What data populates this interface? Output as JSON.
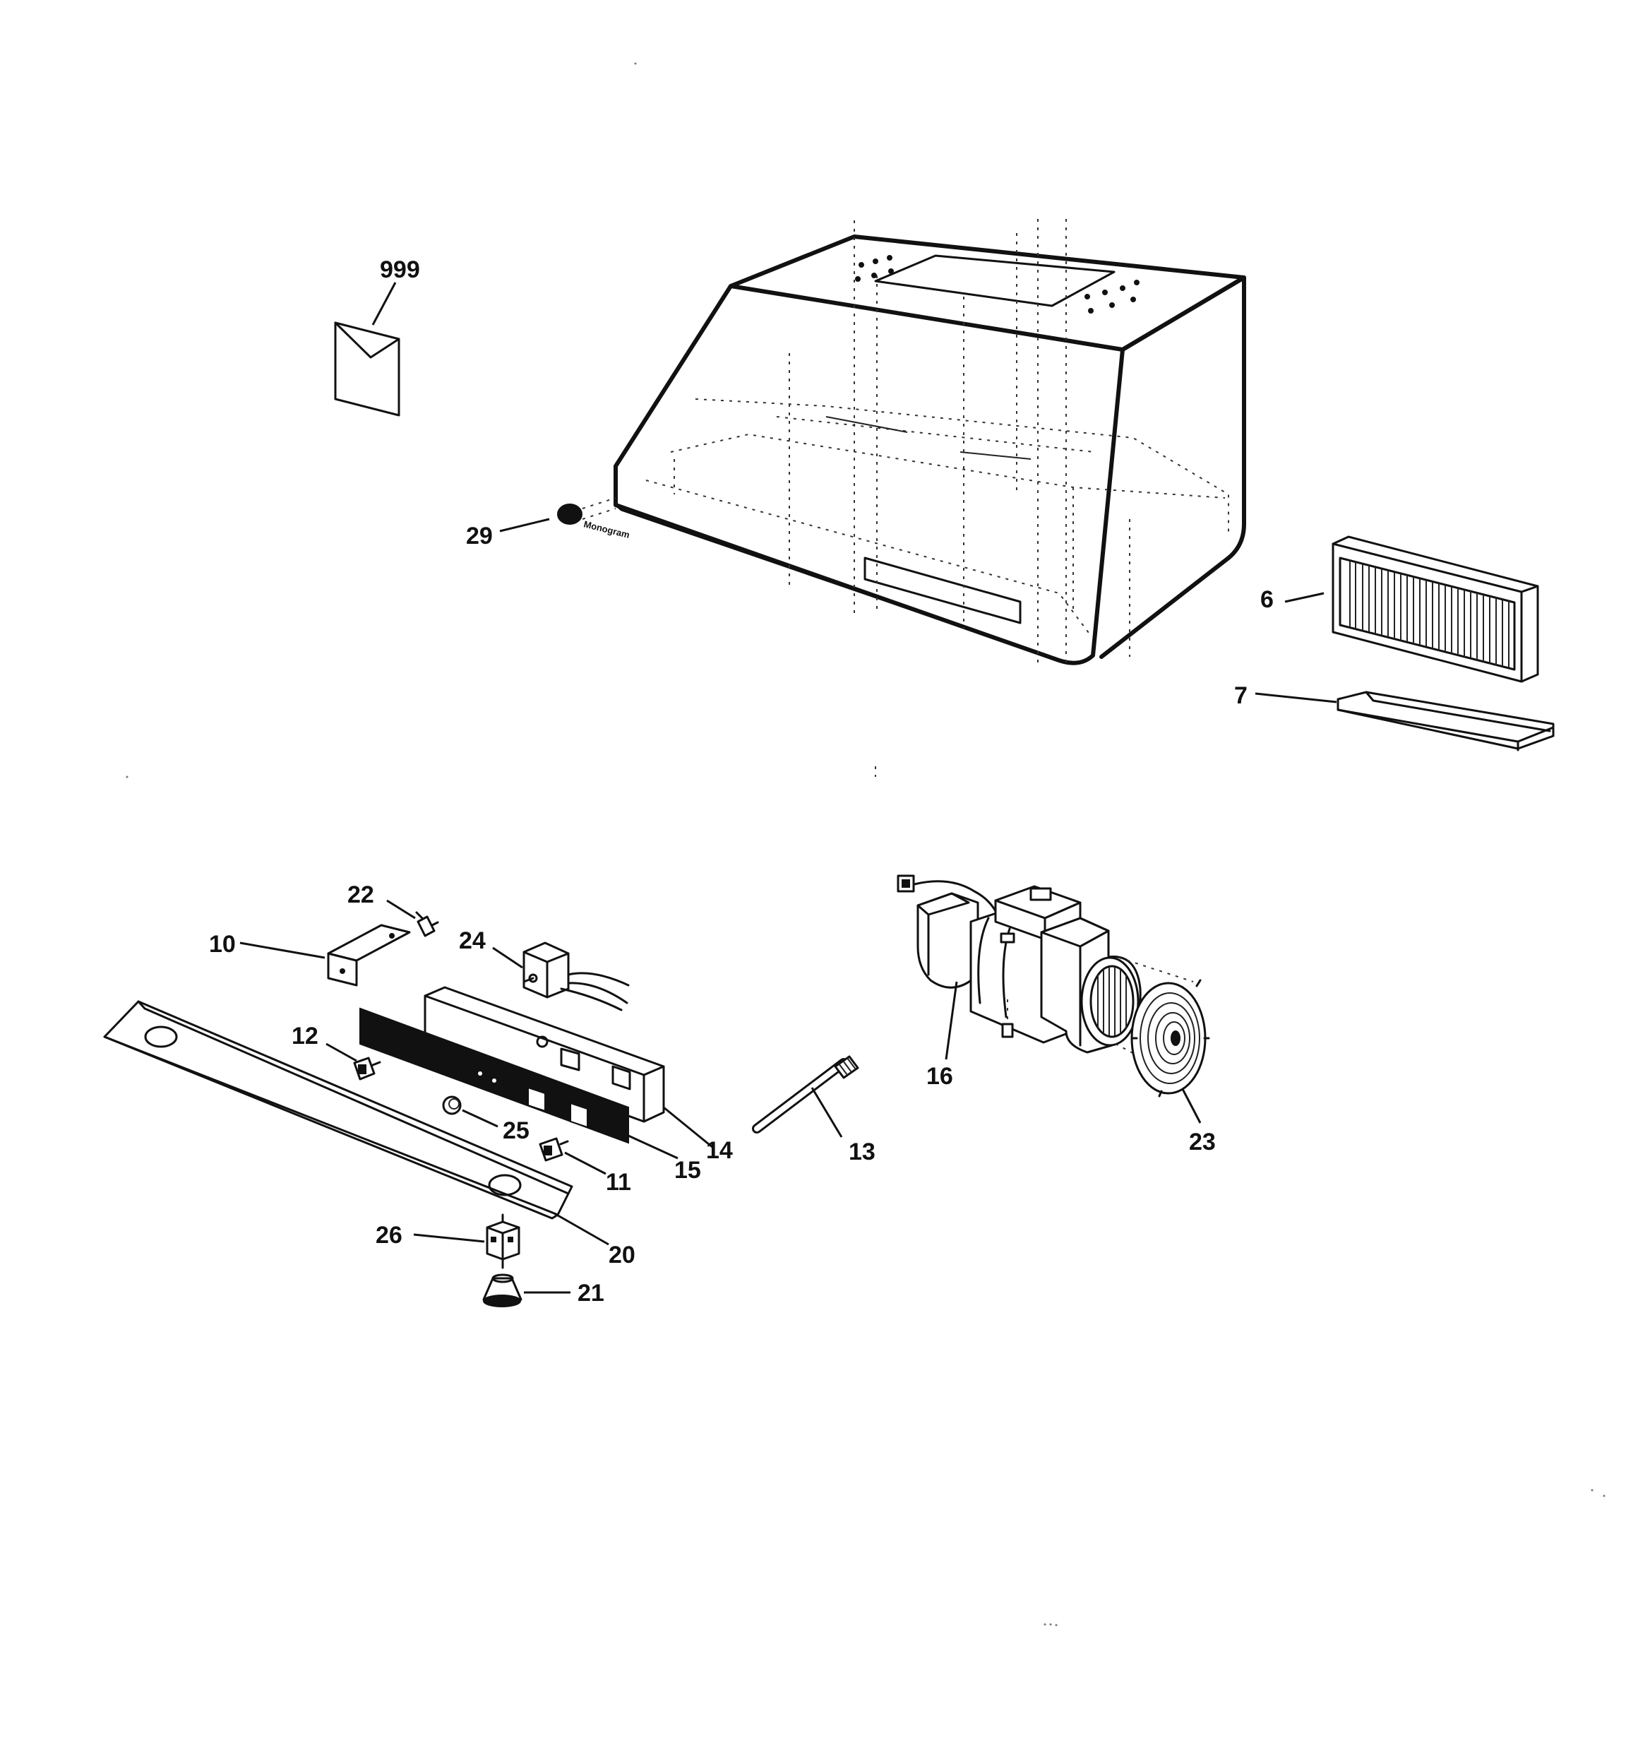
{
  "diagram": {
    "callouts": {
      "c999": "999",
      "c29": "29",
      "c6": "6",
      "c7": "7",
      "c22": "22",
      "c10": "10",
      "c24": "24",
      "c12": "12",
      "c25": "25",
      "c14": "14",
      "c15": "15",
      "c11": "11",
      "c13": "13",
      "c16": "16",
      "c23": "23",
      "c26": "26",
      "c20": "20",
      "c21": "21"
    },
    "badge_text": "Monogram"
  }
}
